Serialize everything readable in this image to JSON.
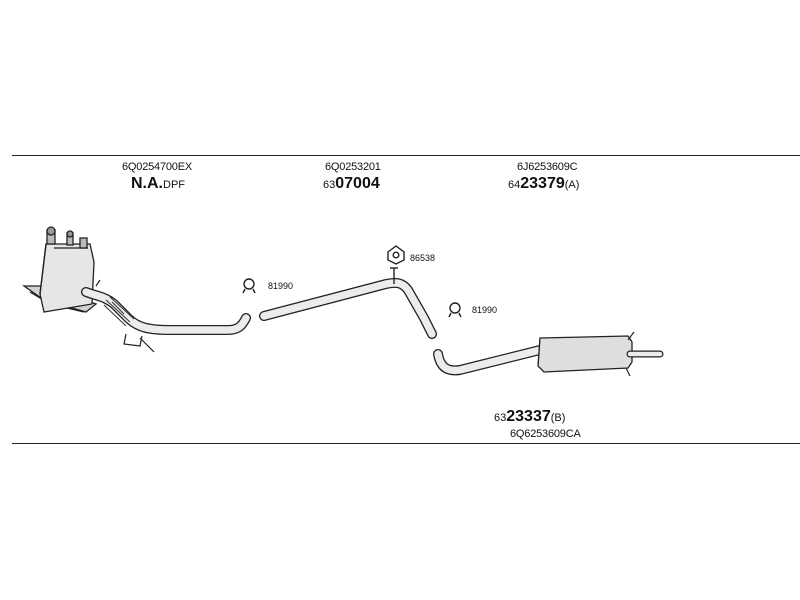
{
  "parts": [
    {
      "oem": "6Q0254700EX",
      "prefix": "",
      "number": "N.A.",
      "suffix": "DPF"
    },
    {
      "oem": "6Q0253201",
      "prefix": "63",
      "number": "07004",
      "suffix": ""
    },
    {
      "oem": "6J6253609C",
      "prefix": "64",
      "number": "23379",
      "suffix": "(A)"
    },
    {
      "oem": "6Q6253609CA",
      "prefix": "63",
      "number": "23337",
      "suffix": "(B)"
    }
  ],
  "clamps": [
    {
      "label": "81990",
      "icon": "clamp-ring-icon"
    },
    {
      "label": "86538",
      "icon": "rubber-mount-icon"
    },
    {
      "label": "81990",
      "icon": "clamp-ring-icon"
    }
  ]
}
